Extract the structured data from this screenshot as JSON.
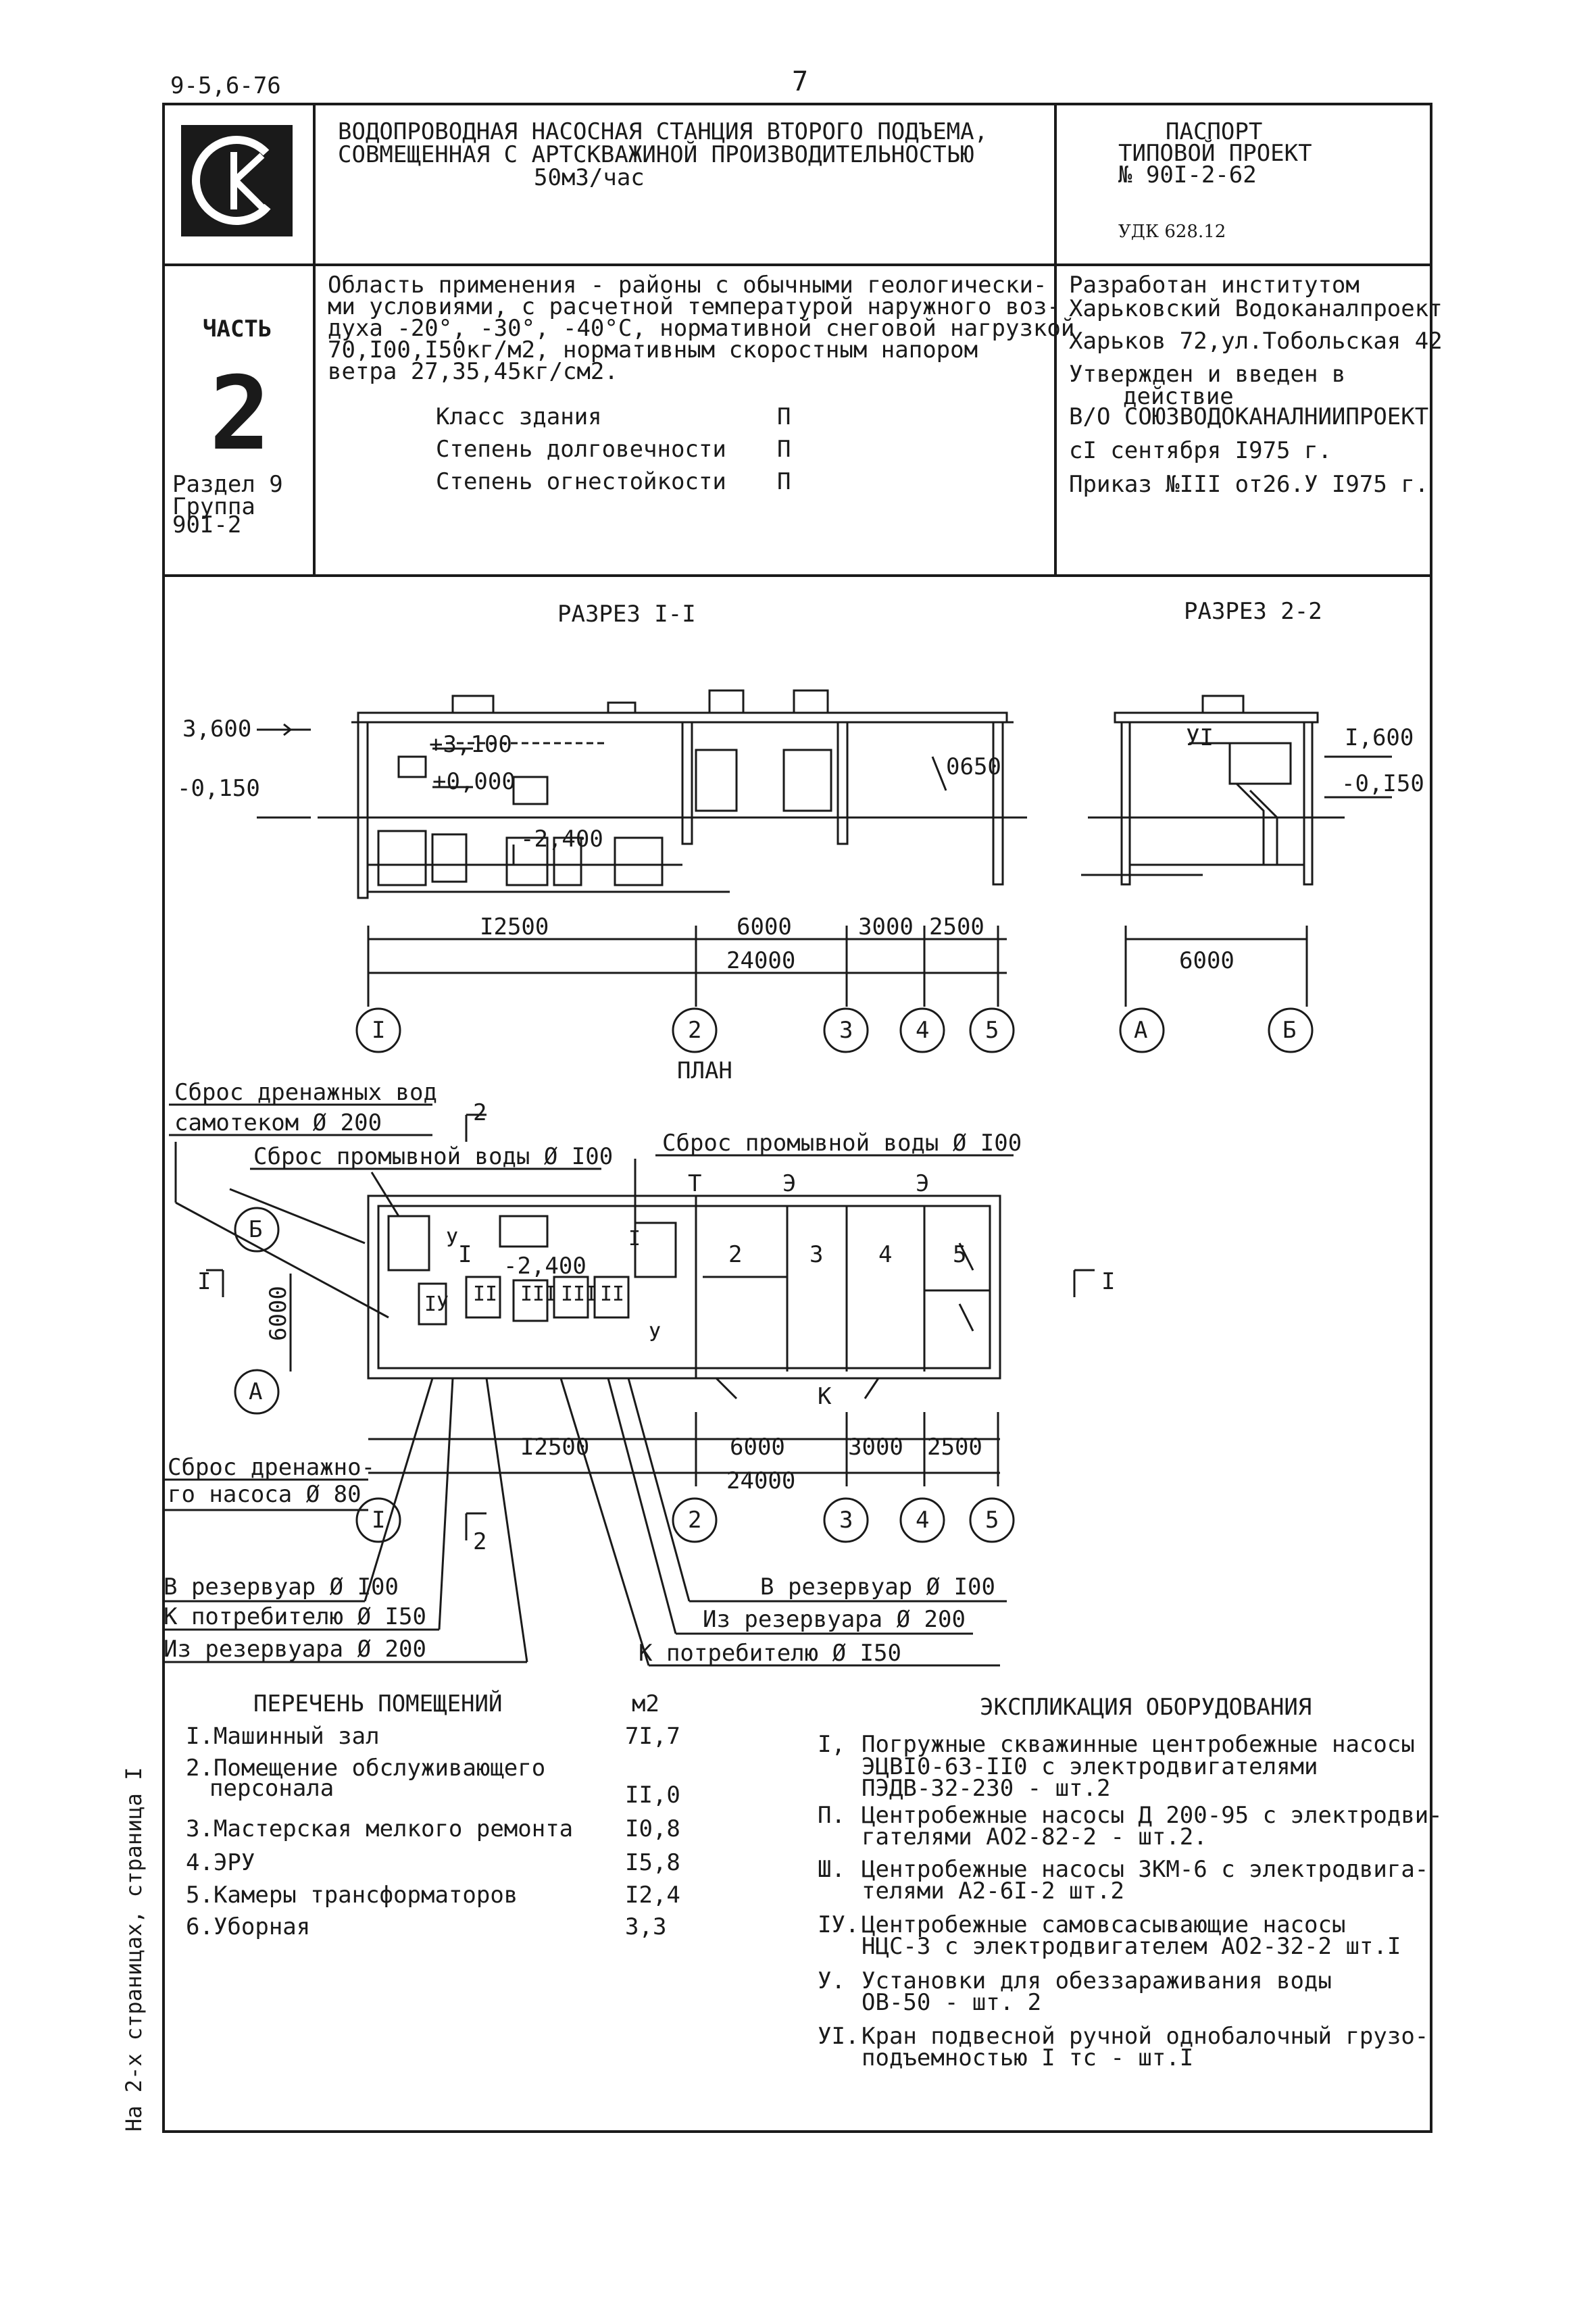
{
  "header": {
    "doc_code": "9-5,6-76",
    "page_number": "7"
  },
  "title_block": {
    "logo_letters": "СК",
    "project_title": [
      "ВОДОПРОВОДНАЯ НАСОСНАЯ СТАНЦИЯ ВТОРОГО ПОДЪЕМА,",
      "СОВМЕЩЕННАЯ С АРТСКВАЖИНОЙ ПРОИЗВОДИТЕЛЬНОСТЬЮ",
      "50м3/час"
    ],
    "passport": [
      "ПАСПОРТ",
      "ТИПОВОЙ ПРОЕКТ",
      "№ 90I-2-62"
    ],
    "udk": "УДК 628.12"
  },
  "part_block": {
    "part_label": "ЧАСТЬ",
    "part_number": "2",
    "section_lines": [
      "Раздел 9",
      "Группа",
      "90I-2"
    ]
  },
  "application": {
    "text_lines": [
      "Область применения - районы с обычными геологически-",
      "ми условиями, с расчетной температурой наружного воз-",
      "духа -20°, -30°, -40°С, нормативной снеговой нагрузкой",
      "70,I00,I50кг/м2, нормативным скоростным напором",
      "ветра 27,35,45кг/см2."
    ],
    "params": [
      {
        "label": "Класс здания",
        "value": "П"
      },
      {
        "label": "Степень долговечности",
        "value": "П"
      },
      {
        "label": "Степень огнестойкости",
        "value": "П"
      }
    ]
  },
  "developer": {
    "lines": [
      "Разработан институтом",
      "Харьковский Водоканалпроект",
      "Харьков 72,ул.Тобольская 42",
      "Утвержден и введен в",
      "действие",
      "В/О СОЮЗВОДОКАНАЛНИИПРОЕКТ",
      "сI сентября I975 г.",
      "Приказ №III от26.У I975 г."
    ]
  },
  "drawing": {
    "section1_title": "РАЗРЕЗ I-I",
    "section2_title": "РАЗРЕЗ 2-2",
    "plan_title": "ПЛАН",
    "section1": {
      "levels": [
        "3,600",
        "-0,150",
        "+3,100",
        "+0,000",
        "-2,400",
        "0650"
      ],
      "dims": [
        "I2500",
        "6000",
        "3000",
        "2500",
        "24000"
      ],
      "axes": [
        "I",
        "2",
        "3",
        "4",
        "5"
      ]
    },
    "section2": {
      "levels": [
        "I,600",
        "-0,I50"
      ],
      "crane_mark": "УI",
      "dims": [
        "6000"
      ],
      "axes": [
        "А",
        "Б"
      ]
    },
    "plan": {
      "callouts_top": [
        "Сброс дренажных вод",
        "самотеком Ø 200",
        "Сброс промывной воды Ø I00",
        "Сброс промывной воды Ø I00"
      ],
      "marks_top": [
        "Т",
        "Э",
        "Э"
      ],
      "cut_marks": [
        "2",
        "2",
        "I",
        "I"
      ],
      "rooms": [
        "I",
        "2",
        "3",
        "4",
        "5"
      ],
      "level": "-2,400",
      "equipment_marks": [
        "I",
        "II",
        "II",
        "III",
        "III",
        "IУ",
        "У",
        "У"
      ],
      "door_mark": "К",
      "dim_6000_vertical": "6000",
      "dims": [
        "I2500",
        "6000",
        "3000",
        "2500",
        "24000"
      ],
      "axes": [
        "I",
        "2",
        "3",
        "4",
        "5",
        "А",
        "Б"
      ],
      "callouts_bottom": [
        "Сброс дренажно-",
        "го насоса Ø 80",
        "В резервуар Ø I00",
        "К потребителю Ø I50",
        "Из резервуара Ø 200",
        "В резервуар Ø I00",
        "Из резервуара Ø 200",
        "К потребителю Ø I50"
      ]
    }
  },
  "rooms_list": {
    "title": "ПЕРЕЧЕНЬ ПОМЕЩЕНИЙ",
    "unit": "м2",
    "items": [
      {
        "name": "I.Машинный зал",
        "area": "7I,7"
      },
      {
        "name": "2.Помещение обслуживающего",
        "name2": "персонала",
        "area": "II,0"
      },
      {
        "name": "3.Мастерская мелкого ремонта",
        "area": "I0,8"
      },
      {
        "name": "4.ЭРУ",
        "area": "I5,8"
      },
      {
        "name": "5.Камеры трансформаторов",
        "area": "I2,4"
      },
      {
        "name": "6.Уборная",
        "area": "3,3"
      }
    ]
  },
  "equipment": {
    "title": "ЭКСПЛИКАЦИЯ ОБОРУДОВАНИЯ",
    "items": [
      {
        "mark": "I,",
        "lines": [
          "Погружные скважинные центробежные насосы",
          "ЭЦВI0-63-II0 с  электродвигателями",
          "ПЭДВ-32-230 - шт.2"
        ]
      },
      {
        "mark": "П.",
        "lines": [
          "Центробежные насосы Д 200-95 с электродви-",
          "гателями АО2-82-2 - шт.2."
        ]
      },
      {
        "mark": "Ш.",
        "lines": [
          "Центробежные насосы  3КМ-6 с электродвига-",
          "телями А2-6I-2 шт.2"
        ]
      },
      {
        "mark": "IУ.",
        "lines": [
          "Центробежные самовсасывающие насосы",
          "НЦС-3 с электродвигателем АО2-32-2 шт.I"
        ]
      },
      {
        "mark": "У.",
        "lines": [
          "Установки для обеззараживания воды",
          "ОВ-50 - шт. 2"
        ]
      },
      {
        "mark": "УI.",
        "lines": [
          "Кран подвесной ручной однобалочный грузо-",
          "подъемностью I тс - шт.I"
        ]
      }
    ]
  },
  "side_note": "На 2-х страницах, страница I"
}
